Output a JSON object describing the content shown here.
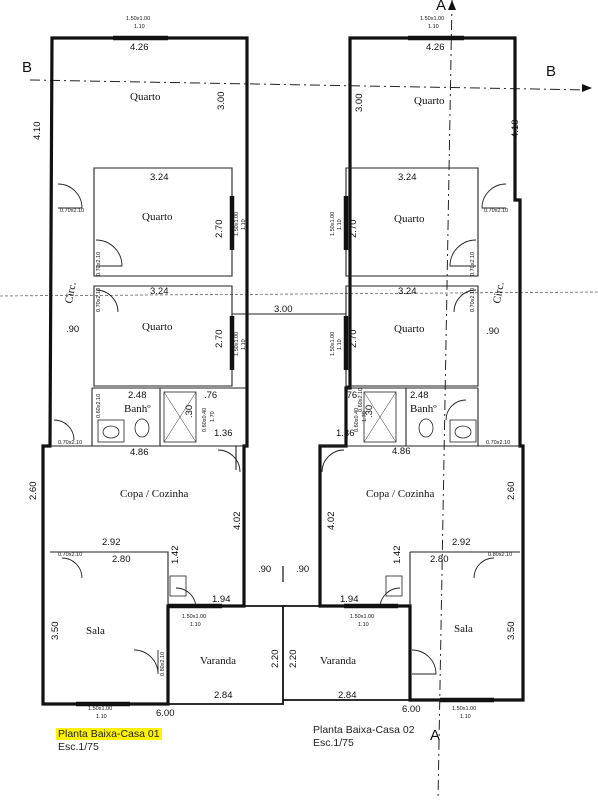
{
  "section_marks": {
    "a_top": "A",
    "a_bottom": "A",
    "b_left": "B",
    "b_right": "B"
  },
  "house1": {
    "rooms": {
      "quarto_top": "Quarto",
      "quarto_mid": "Quarto",
      "quarto_low": "Quarto",
      "banho": "Banhº",
      "copa": "Copa / Cozinha",
      "sala": "Sala",
      "varanda": "Varanda",
      "circ": "Circ."
    },
    "dims": {
      "w_top": "4.26",
      "h_quarto_top": "3.00",
      "h_total": "4.10",
      "w_q2": "3.24",
      "h_q2": "2.70",
      "w_q3": "3.24",
      "h_q3": "2.70",
      "circ_w": ".90",
      "banho_w": "2.48",
      "banho_76": ".76",
      "banho_30": ".30",
      "d136": "1.36",
      "copa_w": "4.86",
      "copa_h": "4.02",
      "copa_left": "2.60",
      "d292": "2.92",
      "d280": "2.80",
      "d142": "1.42",
      "d194": "1.94",
      "sala_h": "3.50",
      "varanda_h": "2.20",
      "varanda_w": "2.84",
      "base_w": "6.00",
      "gap_w": "3.00",
      "gap_90": ".90"
    },
    "windows": {
      "top": "1.50x1.00",
      "top_sill": "1.10",
      "q2": "1.50x1.00",
      "q2_sill": "1.10",
      "q3": "1.50x1.00",
      "q3_sill": "1.10",
      "copa": "1.50x1.00",
      "copa_sill": "1.10",
      "bottom": "1.50x1.00",
      "bottom_sill": "1.10",
      "banho": "0.60x0.40",
      "banho_sill": "1.70"
    },
    "doors": {
      "quarto_top": "0.70x2.10",
      "q2": "0.70x2.10",
      "q3": "0.70x2.10",
      "banho": "0.60x2.10",
      "copa": "0.70x2.10",
      "sala": "0.70x2.10",
      "entry": "0.80x2.10"
    }
  },
  "house2": {
    "rooms": {
      "quarto_top": "Quarto",
      "quarto_mid": "Quarto",
      "quarto_low": "Quarto",
      "banho": "Banhº",
      "copa": "Copa / Cozinha",
      "sala": "Sala",
      "varanda": "Varanda",
      "circ": "Circ."
    },
    "dims": {
      "w_top": "4.26",
      "h_quarto_top": "3.00",
      "h_total": "4.10",
      "w_q2": "3.24",
      "h_q2": "2.70",
      "w_q3": "3.24",
      "h_q3": "2.70",
      "circ_w": ".90",
      "banho_w": "2.48",
      "banho_76": ".76",
      "banho_30": ".30",
      "d136": "1.36",
      "copa_w": "4.86",
      "copa_h": "4.02",
      "copa_right": "2.60",
      "d292": "2.92",
      "d280": "2.80",
      "d142": "1.42",
      "d194": "1.94",
      "sala_h": "3.50",
      "varanda_h": "2.20",
      "varanda_w": "2.84",
      "base_w": "6.00",
      "gap_90": ".90"
    },
    "windows": {
      "top": "1.50x1.00",
      "top_sill": "1.10",
      "q2": "1.50x1.00",
      "q2_sill": "1.10",
      "q3": "1.50x1.00",
      "q3_sill": "1.10",
      "copa": "1.50x1.00",
      "copa_sill": "1.10",
      "bottom": "1.50x1.00",
      "bottom_sill": "1.10",
      "banho": "0.60x0.40",
      "banho_sill": "1.70"
    },
    "doors": {
      "quarto_top": "0.70x2.10",
      "q2": "0.70x2.10",
      "q3": "0.70x2.10",
      "banho": "0.60x2.10",
      "copa": "0.70x2.10",
      "sala": "0.80x2.10"
    }
  },
  "captions": {
    "casa1_title": "Planta Baixa-Casa 01",
    "casa1_scale": "Esc.1/75",
    "casa2_title": "Planta Baixa-Casa 02",
    "casa2_scale": "Esc.1/75",
    "highlight_color": "#fff200"
  }
}
